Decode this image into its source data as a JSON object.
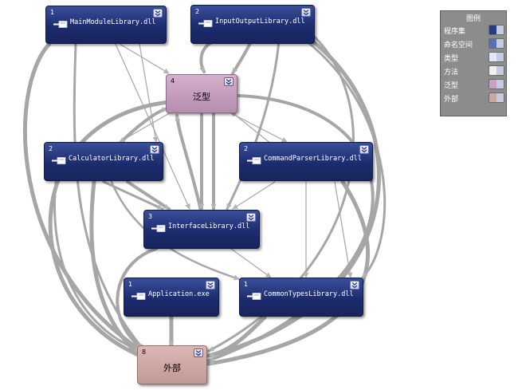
{
  "nodes": {
    "main_module": {
      "count": "1",
      "label": "MainModuleLibrary.dll"
    },
    "input_output": {
      "count": "2",
      "label": "InputOutputLibrary.dll"
    },
    "generics": {
      "count": "4",
      "label": "泛型"
    },
    "calculator": {
      "count": "2",
      "label": "CalculatorLibrary.dll"
    },
    "command_parser": {
      "count": "2",
      "label": "CommandParserLibrary.dll"
    },
    "interface": {
      "count": "3",
      "label": "InterfaceLibrary.dll"
    },
    "application": {
      "count": "1",
      "label": "Application.exe"
    },
    "common_types": {
      "count": "1",
      "label": "CommonTypesLibrary.dll"
    },
    "external": {
      "count": "8",
      "label": "外部"
    }
  },
  "legend": {
    "title": "图例",
    "items": [
      {
        "label": "程序集",
        "color": "#2a3c80"
      },
      {
        "label": "命名空间",
        "color": "#5a6fb0"
      },
      {
        "label": "类型",
        "color": "#e4e8f7"
      },
      {
        "label": "方法",
        "color": "#f1f1f1"
      },
      {
        "label": "泛型",
        "color": "#c9a2c3"
      },
      {
        "label": "外部",
        "color": "#caa7a3"
      }
    ]
  },
  "colors": {
    "edge": "#a6a6a6",
    "assembly": "#1f2f72",
    "generic_group": "#c7a3c0",
    "external_group": "#cda9a5"
  }
}
